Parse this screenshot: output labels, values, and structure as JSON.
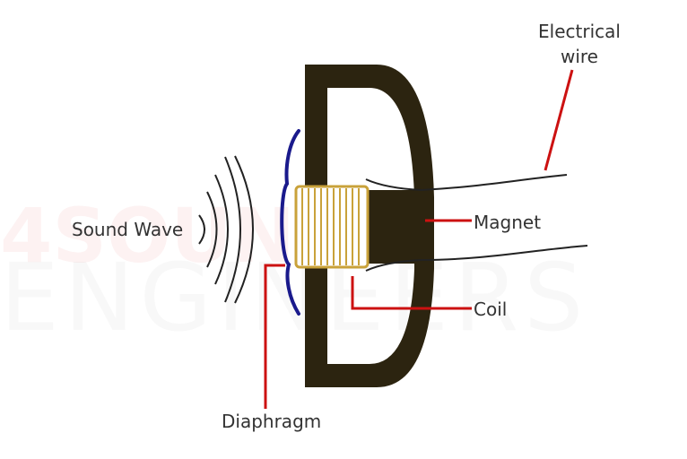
{
  "watermark": {
    "line1": "4SOUND",
    "line2": "ENGINEERS"
  },
  "labels": {
    "electrical_wire_line1": "Electrical",
    "electrical_wire_line2": "wire",
    "sound_wave": "Sound Wave",
    "magnet": "Magnet",
    "coil": "Coil",
    "diaphragm": "Diaphragm"
  },
  "colors": {
    "housing": "#2c2410",
    "diaphragm": "#1a1a8c",
    "coil": "#c9a23a",
    "leader": "#cc1111",
    "wire": "#222222"
  }
}
